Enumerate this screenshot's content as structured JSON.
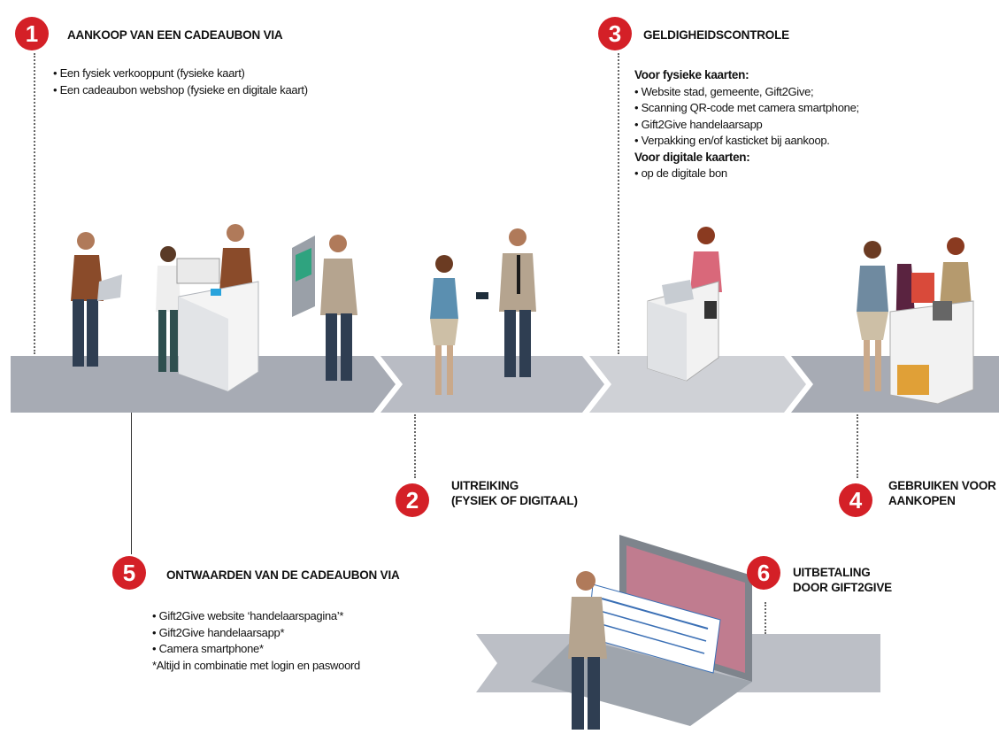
{
  "steps": {
    "s1": {
      "number": "1",
      "title": "AANKOOP VAN EEN CADEAUBON VIA",
      "items": [
        "• Een fysiek verkooppunt (fysieke kaart)",
        "• Een cadeaubon webshop (fysieke en digitale kaart)"
      ]
    },
    "s2": {
      "number": "2",
      "title_line1": "UITREIKING",
      "title_line2": "(FYSIEK OF DIGITAAL)"
    },
    "s3": {
      "number": "3",
      "title": "GELDIGHEIDSCONTROLE",
      "physical_heading": "Voor fysieke kaarten:",
      "physical_items": [
        "• Website stad, gemeente, Gift2Give;",
        "• Scanning QR-code met camera smartphone;",
        "• Gift2Give handelaarsapp",
        "• Verpakking en/of kasticket bij aankoop."
      ],
      "digital_heading": "Voor digitale kaarten:",
      "digital_items": [
        "• op de digitale bon"
      ]
    },
    "s4": {
      "number": "4",
      "title_line1": "GEBRUIKEN VOOR",
      "title_line2": "AANKOPEN"
    },
    "s5": {
      "number": "5",
      "title": "ONTWAARDEN VAN DE CADEAUBON VIA",
      "items": [
        "• Gift2Give website ‘handelaarspagina’*",
        "• Gift2Give handelaarsapp*",
        "• Camera smartphone*",
        "*Altijd in combinatie met login en paswoord"
      ]
    },
    "s6": {
      "number": "6",
      "title_line1": "UITBETALING",
      "title_line2": "DOOR GIFT2GIVE"
    }
  },
  "colors": {
    "accent_red": "#d42027",
    "band_dark": "#a7abb4",
    "band_mid": "#b9bcc4",
    "band_light": "#cfd1d6",
    "band_lower": "#bcbfc6"
  }
}
